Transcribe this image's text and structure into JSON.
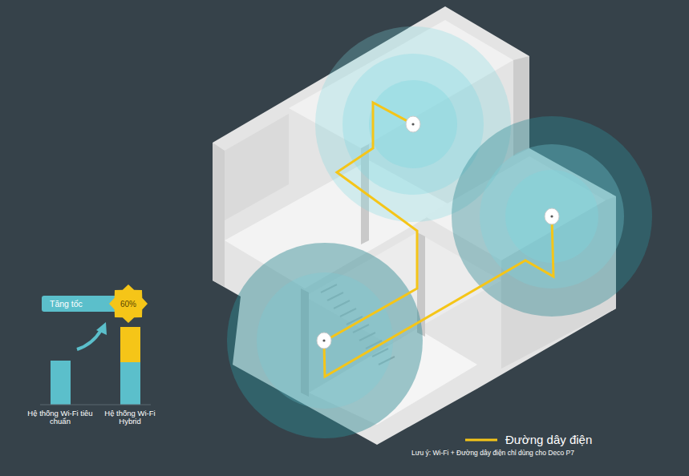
{
  "diagram": {
    "nodes": [
      {
        "text": [
          "Tăng tốc"
        ]
      },
      {
        "text": [
          "60%"
        ]
      }
    ],
    "labels": [
      "Hệ thống Wi-Fi tiêu chuẩn",
      "Hệ thống Wi-Fi Hybrid",
      "Lưu ý:  Wi-Fi + Đường dây điện chỉ dùng cho Deco P7"
    ],
    "legend": [
      {
        "text": "Đường dây điện"
      }
    ]
  }
}
